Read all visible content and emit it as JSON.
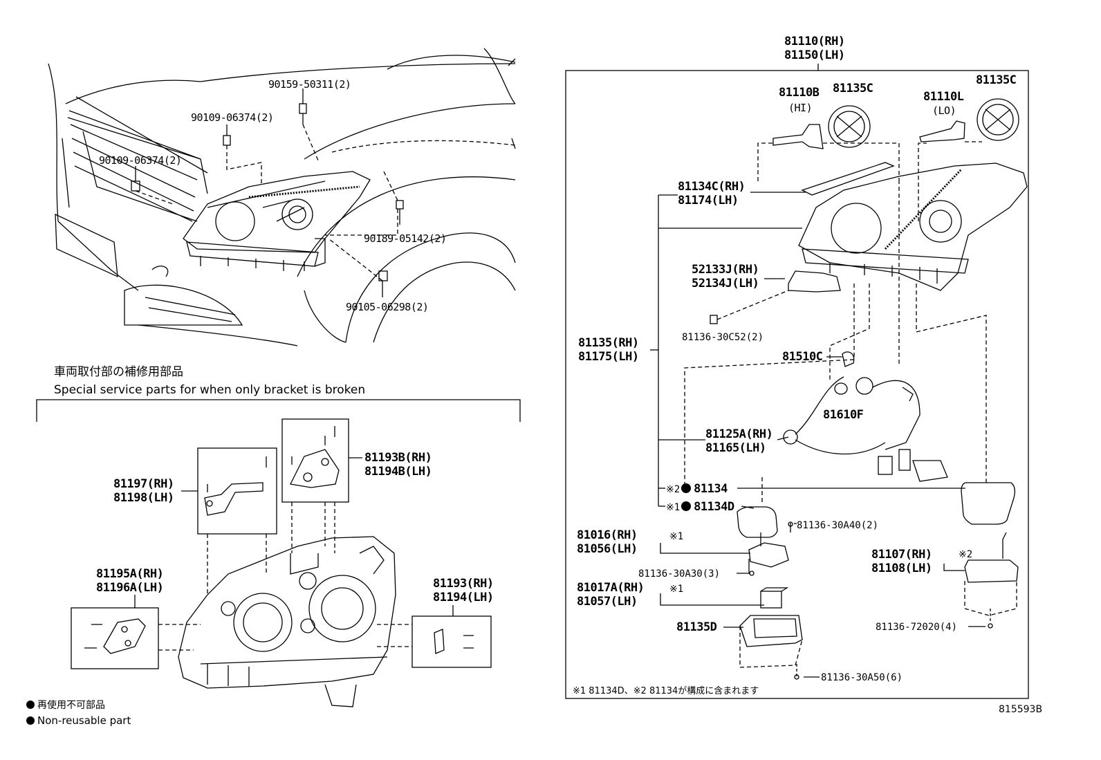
{
  "figure_id": "815593B",
  "notes": {
    "service_jp": "車両取付部の補修用部品",
    "service_en": "Special service parts for when only bracket is broken",
    "legend_jp": "再使用不可部品",
    "legend_en": "Non-reusable part",
    "footnote": "※1 81134D、※2 81134が構成に含まれます"
  },
  "left_labels": {
    "p90159": "90159-50311(2)",
    "p90109a": "90109-06374(2)",
    "p90109b": "90109-06374(2)",
    "p90189": "90189-05142(2)",
    "p90105": "90105-06298(2)"
  },
  "bracket_labels": {
    "p81197": "81197(RH)",
    "p81198": "81198(LH)",
    "p81193b": "81193B(RH)",
    "p81194b": "81194B(LH)",
    "p81195a": "81195A(RH)",
    "p81196a": "81196A(LH)",
    "p81193": "81193(RH)",
    "p81194": "81194(LH)"
  },
  "right_labels": {
    "p81110": "81110(RH)",
    "p81150": "81150(LH)",
    "p81110b": "81110B",
    "hi": "(HI)",
    "p81135c_a": "81135C",
    "p81110l": "81110L",
    "lo": "(LO)",
    "p81135c_b": "81135C",
    "p81134c": "81134C(RH)",
    "p81174": "81174(LH)",
    "p52133j": "52133J(RH)",
    "p52134j": "52134J(LH)",
    "p30c52": "81136-30C52(2)",
    "p81135": "81135(RH)",
    "p81175": "81175(LH)",
    "p81510c": "81510C",
    "p81610f": "81610F",
    "p81125a": "81125A(RH)",
    "p81165": "81165(LH)",
    "mark2": "※2",
    "p81134": "81134",
    "mark1": "※1",
    "p81134d": "81134D",
    "p30a40": "81136-30A40(2)",
    "p81016": "81016(RH)",
    "p81056": "81056(LH)",
    "mark1b": "※1",
    "p30a30": "81136-30A30(3)",
    "p81017a": "81017A(RH)",
    "p81057": "81057(LH)",
    "mark1c": "※1",
    "p81107": "81107(RH)",
    "p81108": "81108(LH)",
    "mark2b": "※2",
    "p81135d": "81135D",
    "p72020": "81136-72020(4)",
    "p30a50": "81136-30A50(6)"
  }
}
